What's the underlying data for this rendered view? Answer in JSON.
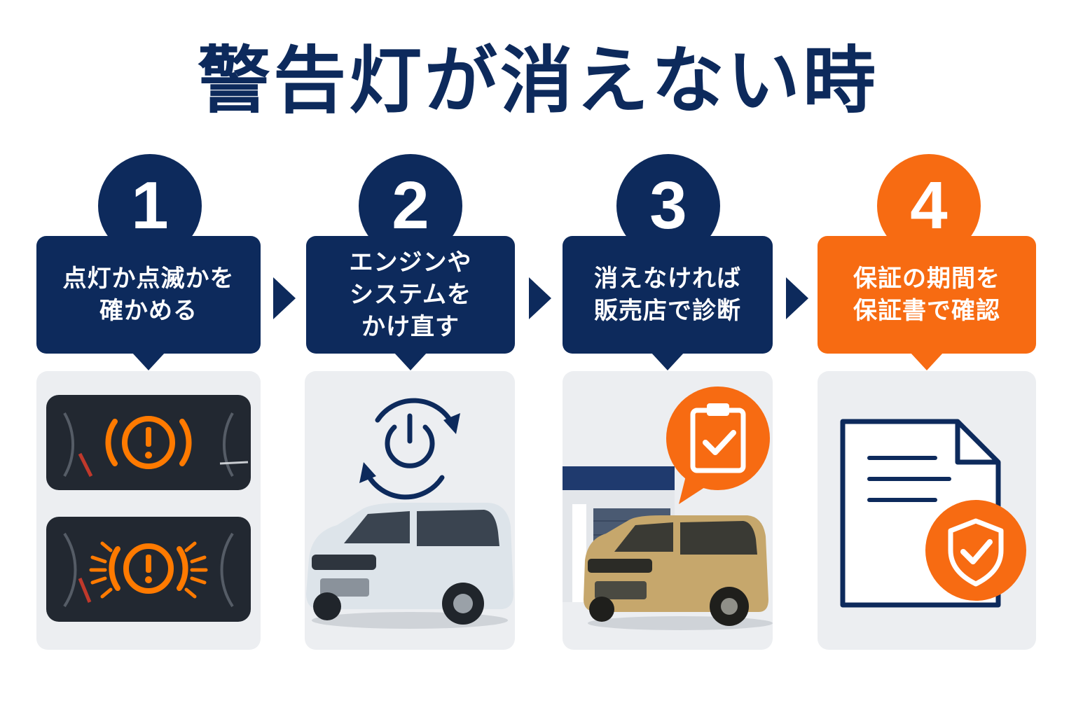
{
  "title": "警告灯が消えない時",
  "colors": {
    "navy": "#0d2a5c",
    "orange": "#f76b12",
    "panel": "#eceef1",
    "warning_glow": "#ff7a00"
  },
  "steps": [
    {
      "number": "1",
      "lines": [
        "点灯か点滅かを",
        "確かめる"
      ],
      "icon": "dashboard-warning-light-icon",
      "style": "navy"
    },
    {
      "number": "2",
      "lines": [
        "エンジンや",
        "システムを",
        "かけ直す"
      ],
      "icon": "power-restart-icon",
      "style": "navy"
    },
    {
      "number": "3",
      "lines": [
        "消えなければ",
        "販売店で診断"
      ],
      "icon": "dealer-clipboard-check-icon",
      "style": "navy"
    },
    {
      "number": "4",
      "lines": [
        "保証の期間を",
        "保証書で確認"
      ],
      "icon": "warranty-document-shield-icon",
      "style": "orange"
    }
  ]
}
